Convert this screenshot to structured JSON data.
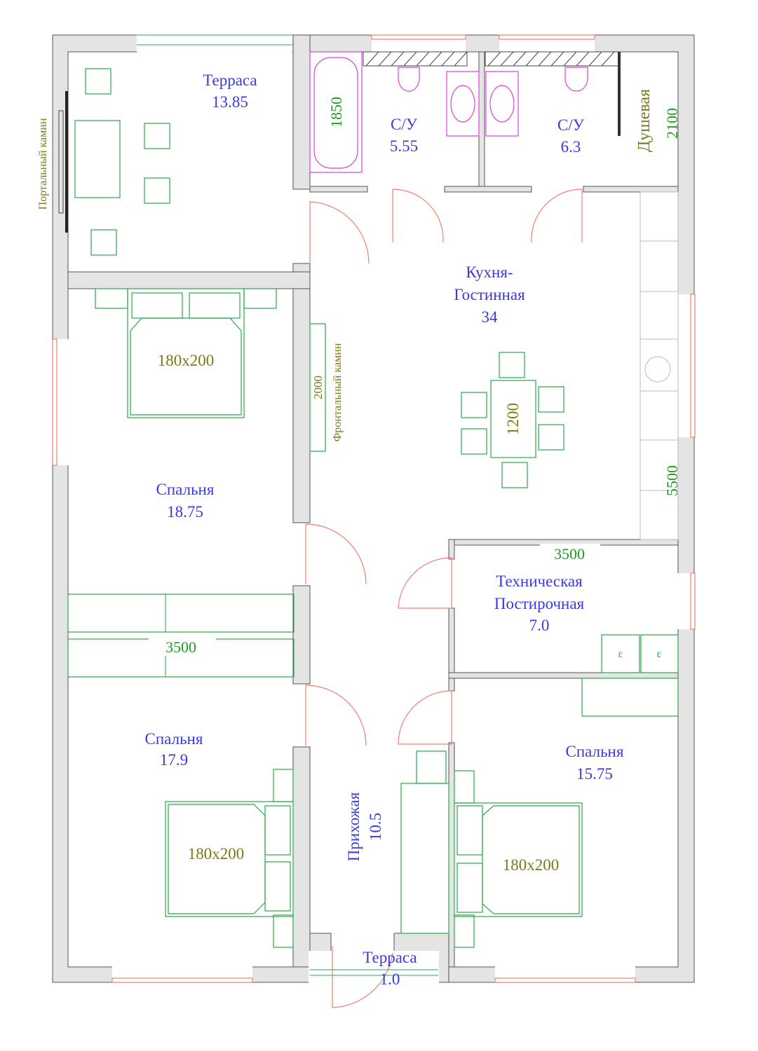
{
  "rooms": {
    "terrace_big": {
      "name": "Терраса",
      "area": "13.85"
    },
    "bath1": {
      "name": "С/У",
      "area": "5.55"
    },
    "bath2": {
      "name": "С/У",
      "area": "6.3"
    },
    "shower": {
      "name": "Душевая"
    },
    "kitchen": {
      "name_line1": "Кухня-",
      "name_line2": "Гостинная",
      "area": "34"
    },
    "bedroom_nw": {
      "name": "Спальня",
      "area": "18.75"
    },
    "bedroom_sw": {
      "name": "Спальня",
      "area": "17.9"
    },
    "bedroom_se": {
      "name": "Спальня",
      "area": "15.75"
    },
    "tech": {
      "name_line1": "Техническая",
      "name_line2": "Постирочная",
      "area": "7.0"
    },
    "hall": {
      "name": "Прихожая",
      "area": "10.5"
    },
    "terrace_small": {
      "name": "Терраса",
      "area": "1.0"
    }
  },
  "fireplaces": {
    "portal": "Портальный камин",
    "frontal": "Фронтальный камин"
  },
  "dimensions": {
    "bath_1850": "1850",
    "shower_2100": "2100",
    "fireplace_2000": "2000",
    "table_1200": "1200",
    "kitchen_5500": "5500",
    "tech_3500": "3500",
    "wardrobe_3500": "3500"
  },
  "beds": {
    "bed_nw": "180x200",
    "bed_sw": "180x200",
    "bed_se": "180x200"
  },
  "appliances": {
    "washer_symbol": "ε"
  },
  "colors": {
    "room_label": "#3a3ae0",
    "dimension": "#1d9a1d",
    "bed_label": "#7a7a10",
    "wall_fill": "#e4e4e4",
    "furniture": "#2aa84a",
    "door": "#f08070",
    "plumbing": "#e040e0"
  }
}
